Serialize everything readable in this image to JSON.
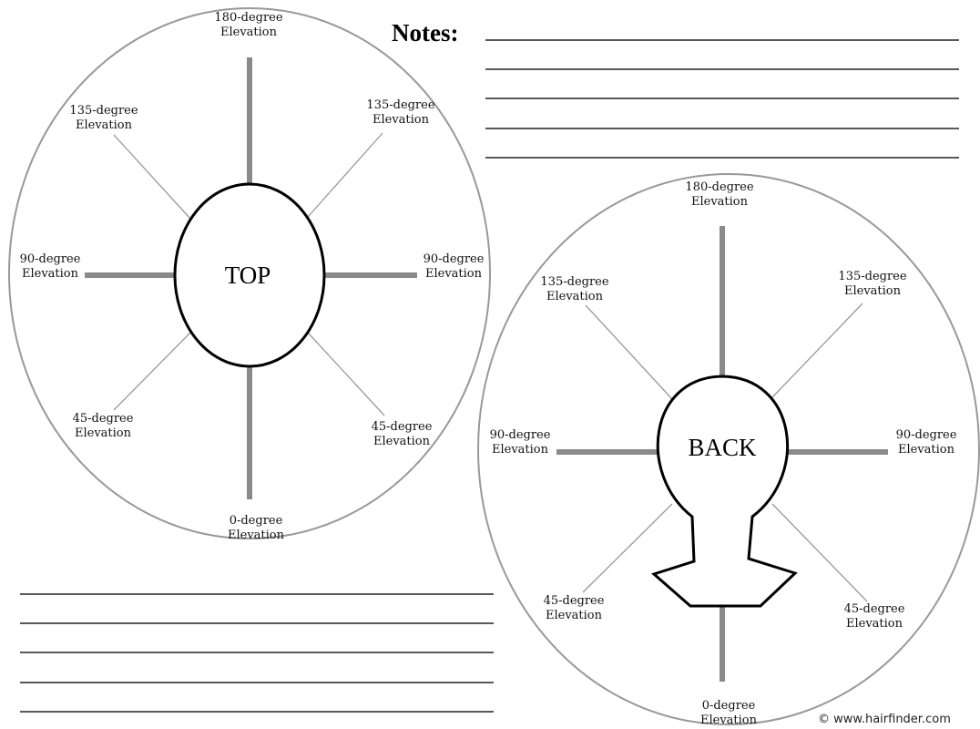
{
  "notes": {
    "label": "Notes:"
  },
  "top_diagram": {
    "center_label": "TOP",
    "labels": {
      "top": [
        "180-degree",
        "Elevation"
      ],
      "upper_left": [
        "135-degree",
        "Elevation"
      ],
      "upper_right": [
        "135-degree",
        "Elevation"
      ],
      "left": [
        "90-degree",
        "Elevation"
      ],
      "right": [
        "90-degree",
        "Elevation"
      ],
      "lower_left": [
        "45-degree",
        "Elevation"
      ],
      "lower_right": [
        "45-degree",
        "Elevation"
      ],
      "bottom": [
        "0-degree",
        "Elevation"
      ]
    }
  },
  "back_diagram": {
    "center_label": "BACK",
    "labels": {
      "top": [
        "180-degree",
        "Elevation"
      ],
      "upper_left": [
        "135-degree",
        "Elevation"
      ],
      "upper_right": [
        "135-degree",
        "Elevation"
      ],
      "left": [
        "90-degree",
        "Elevation"
      ],
      "right": [
        "90-degree",
        "Elevation"
      ],
      "lower_left": [
        "45-degree",
        "Elevation"
      ],
      "lower_right": [
        "45-degree",
        "Elevation"
      ],
      "bottom": [
        "0-degree",
        "Elevation"
      ]
    }
  },
  "copyright": "© www.hairfinder.com"
}
